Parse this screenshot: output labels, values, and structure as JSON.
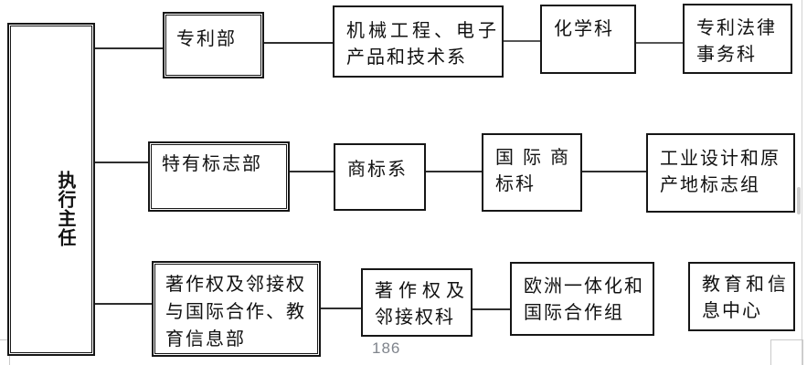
{
  "colors": {
    "background": "#ffffff",
    "box_border": "#161616",
    "connector_line": "#2e2e2e",
    "page_edge_gray": "#d2d2d2",
    "corner_mark_gray": "#c9c9c9",
    "page_number_gray": "#7f848c"
  },
  "footer": {
    "page_number": "186"
  },
  "org_chart": {
    "root": {
      "title": "执行主任"
    },
    "patent_branch": {
      "patent_dept": {
        "title": "专利部"
      },
      "mech_eng_dept": {
        "line1": "机械工程、电子",
        "line2": "产品和技术系"
      },
      "chemistry_sec": {
        "title": "化学科"
      },
      "patent_legal_sec": {
        "line1": "专利法律",
        "line2": "事务科"
      }
    },
    "trademark_branch": {
      "distinctive_signs_dept": {
        "title": "特有标志部"
      },
      "trademark_div": {
        "title": "商标系"
      },
      "intl_trademark_sec": {
        "line1": "国际商",
        "line2": "标科"
      },
      "industrial_design_group": {
        "line1": "工业设计和原",
        "line2": "产地标志组"
      }
    },
    "copyright_branch": {
      "copyright_dept": {
        "line1": "著作权及邻接权",
        "line2": "与国际合作、教",
        "line3": "育信息部"
      },
      "copyright_sec": {
        "line1": "著作权及",
        "line2": "邻接权科"
      },
      "eu_integration_group": {
        "line1": "欧洲一体化和",
        "line2": "国际合作组"
      },
      "edu_info_center": {
        "line1": "教育和信",
        "line2": "息中心"
      }
    }
  }
}
